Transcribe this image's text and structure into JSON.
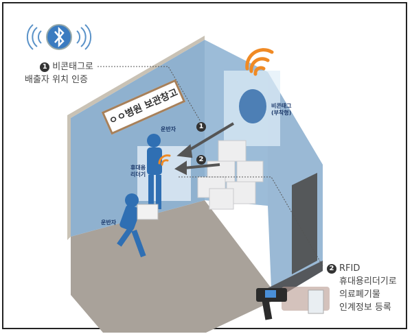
{
  "callouts": {
    "beacon": {
      "number": "1",
      "line1": "비콘태그로",
      "line2": "배출자 위치 인증"
    },
    "rfid": {
      "number": "2",
      "line1": "RFID",
      "line2": "휴대용리더기로",
      "line3": "의료폐기물",
      "line4": "인계정보 등록"
    }
  },
  "sign": "ㅇㅇ병원 보관창고",
  "labels": {
    "carrier_top": "운반자",
    "carrier_bottom": "운반자",
    "reader": "휴대용\n리더기",
    "beacon_tag": "비콘태그\n(부착형)"
  },
  "markers": [
    "1",
    "2"
  ],
  "icons": {
    "bluetooth": "bluetooth-icon",
    "wifi": "wifi-signal-icon"
  },
  "colors": {
    "wall": "#8fb1cf",
    "floor": "#a9a29a",
    "signal": "#f08a24",
    "bluetooth": "#3a7bc0"
  }
}
